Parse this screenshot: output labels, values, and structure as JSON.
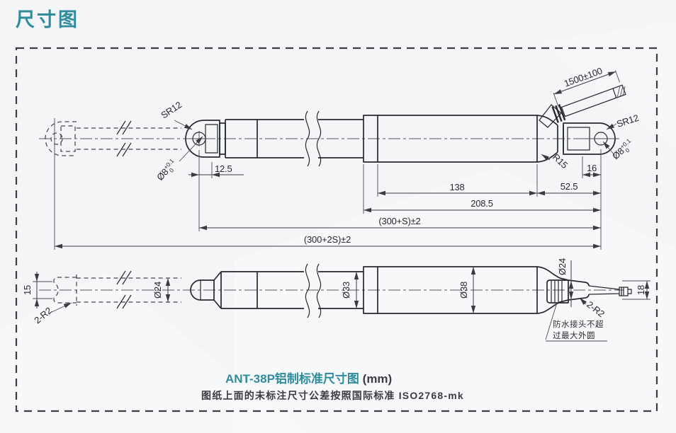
{
  "page": {
    "title": "尺寸图"
  },
  "caption": {
    "product": "ANT-38P铝制标准尺寸图",
    "unit": "(mm)",
    "tolerance_note": "图纸上面的未标注尺寸公差按照国际标准 ISO2768-mk"
  },
  "colors": {
    "accent": "#2E8C9D",
    "line": "#26282c",
    "background": "#F4F5F7"
  },
  "side_view": {
    "front_clevis_sphere": "SR12",
    "front_hole_dia": "Ø8",
    "front_hole_tol_upper": "+0.1",
    "front_hole_tol_lower": "0",
    "front_clevis_offset": "12.5",
    "cable_length": "1500±100",
    "rear_clevis_sphere": "SR12",
    "rear_hole_dia": "Ø8",
    "rear_hole_tol_upper": "+0.1",
    "rear_hole_tol_lower": "0",
    "rear_fillet_radius": "R15",
    "rear_hole_offset": "16",
    "rear_section_length": "52.5",
    "motor_tube_length": "138",
    "rear_assembly_length": "208.5",
    "retracted_length": "(300+S)±2",
    "extended_length": "(300+2S)±2"
  },
  "plan_view": {
    "clevis_slot_width": "15",
    "front_corner_radius": "2-R2",
    "rod_dia": "Ø24",
    "inner_tube_dia": "Ø33",
    "outer_tube_dia": "Ø38",
    "connector_dia": "Ø24",
    "connector_height": "18",
    "rear_corner_radius": "2-R2",
    "connector_note_line1": "防水接头不超",
    "connector_note_line2": "过最大外圆"
  }
}
